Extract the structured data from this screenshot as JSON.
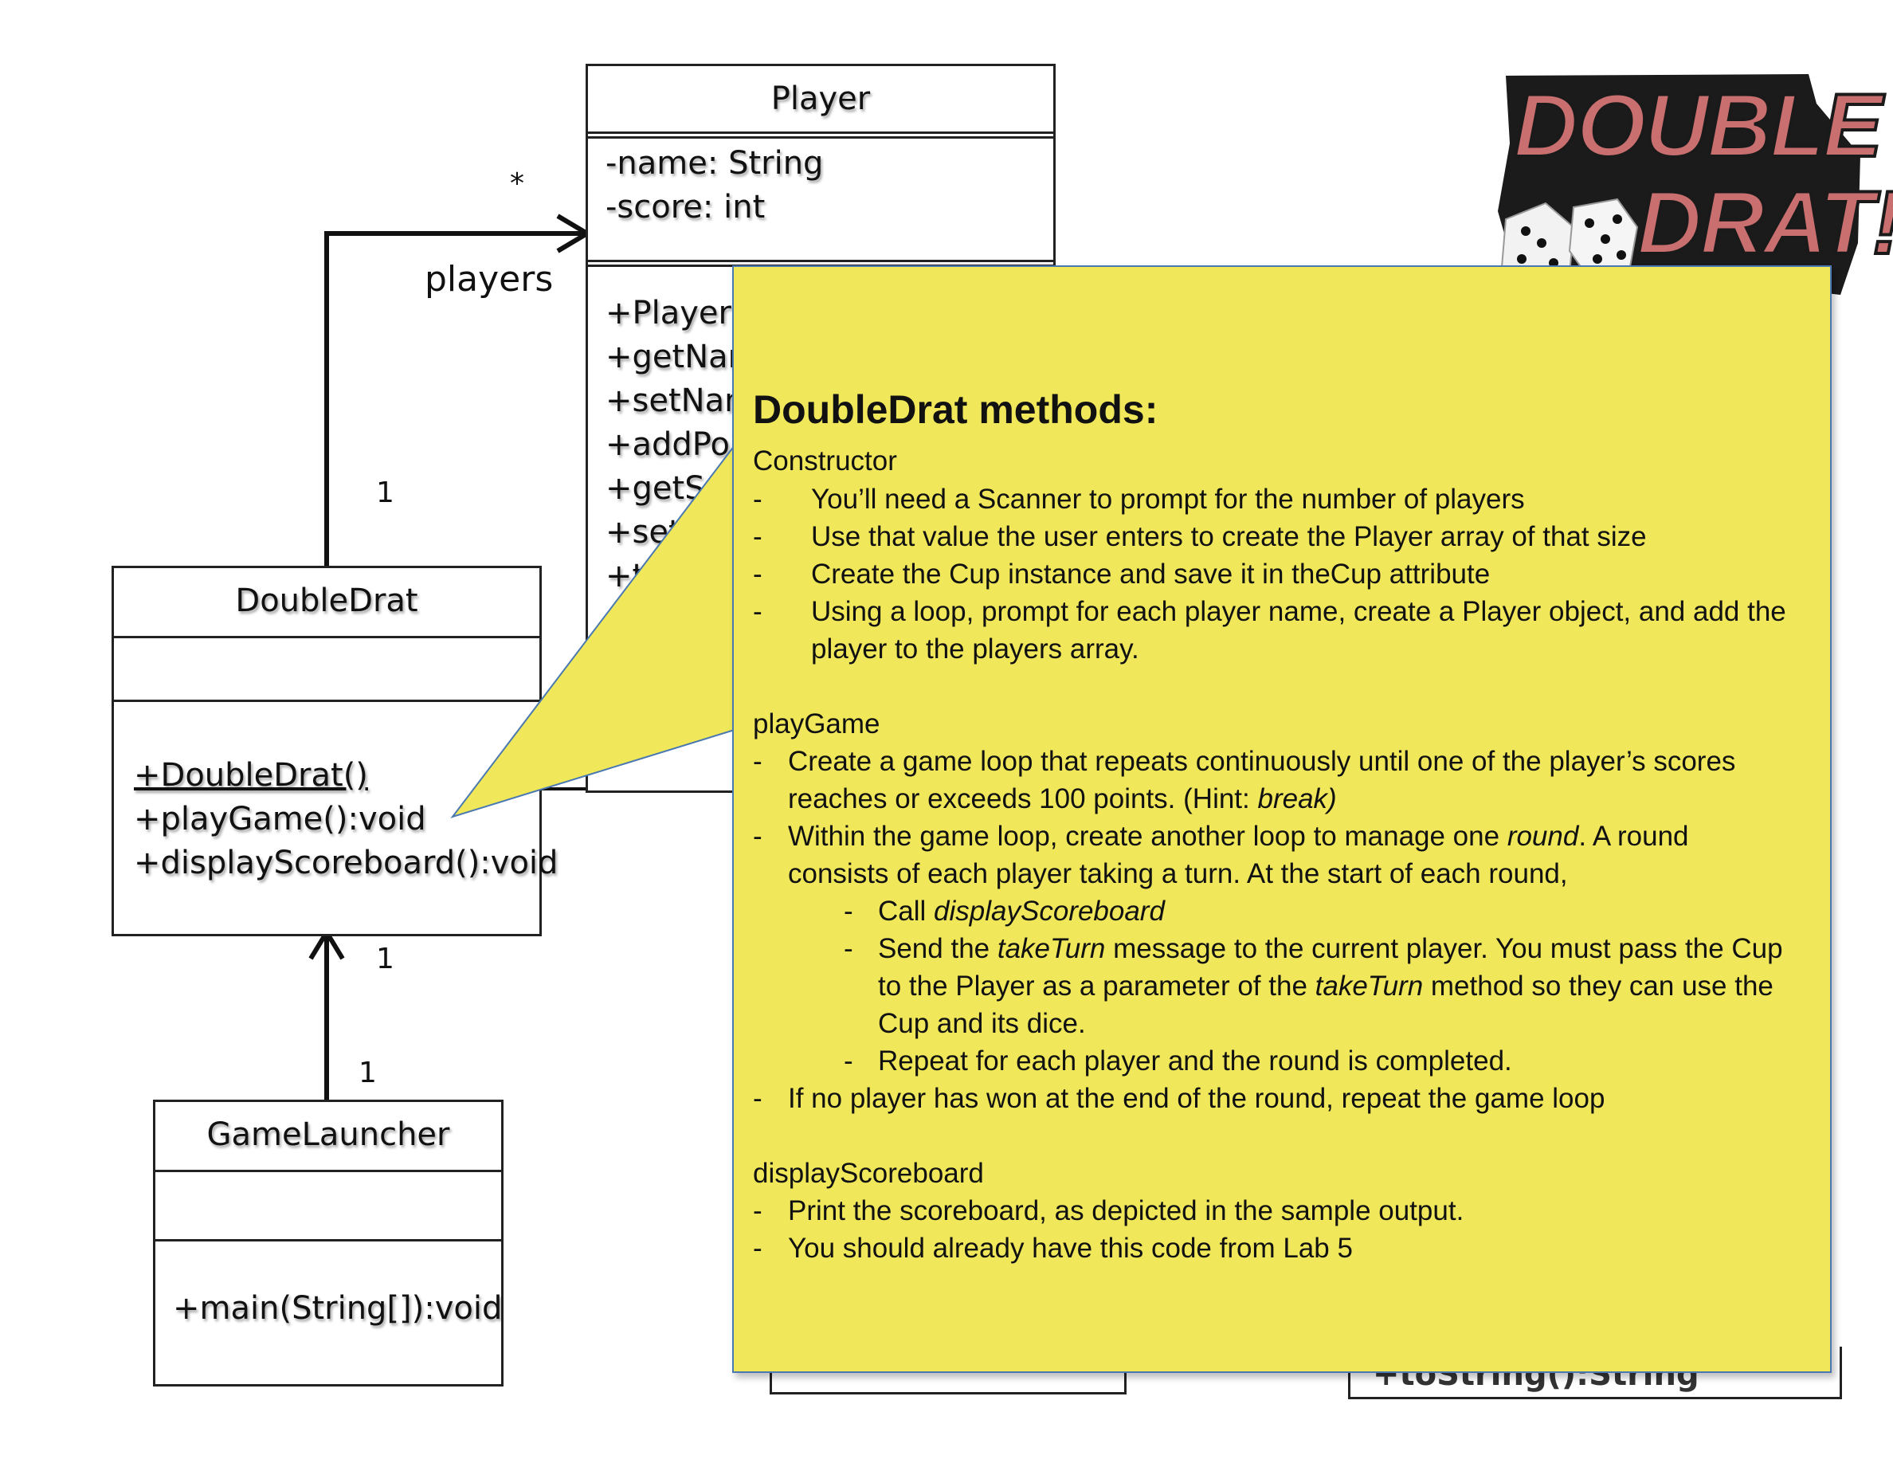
{
  "player_class": {
    "name": "Player",
    "attributes": [
      "-name: String",
      "-score: int"
    ],
    "methods_visible": [
      "+Player(S",
      "+getNam",
      "+setNam",
      "+addPoi",
      "+getSc",
      "+setS",
      "+t"
    ]
  },
  "doubledrat_class": {
    "name": "DoubleDrat",
    "methods": [
      "+DoubleDrat()",
      "+playGame():void",
      "+displayScoreboard():void"
    ]
  },
  "gamelauncher_class": {
    "name": "GameLauncher",
    "methods": [
      "+main(String[]):void"
    ]
  },
  "association": {
    "role": "players",
    "many": "*",
    "one_top": "1",
    "one_mid": "1",
    "one_bottom": "1"
  },
  "logo": {
    "line1": "DOUBLE",
    "line2": "DRAT!"
  },
  "hidden_fragment": "+toString():String",
  "note": {
    "heading": "DoubleDrat methods:",
    "constructor_title": "Constructor",
    "constructor_items": [
      "You’ll need a Scanner to prompt for the number of players",
      "Use that value the user enters to create the Player array of that size",
      "Create the Cup instance and save it in theCup attribute",
      "Using a loop, prompt for each player name, create a Player object, and add the",
      "player to the players array."
    ],
    "playgame_title": "playGame",
    "playgame_1a": "Create a game loop that repeats continuously until one of the player’s scores",
    "playgame_1b": "reaches or exceeds 100 points.   (Hint: ",
    "playgame_1b_em": "break)",
    "playgame_2a_pre": "Within the game loop, create another loop to manage one ",
    "playgame_2a_em": "round",
    "playgame_2a_post": ".  A round",
    "playgame_2b": "consists of each player taking a turn.   At the start of each round,",
    "sub1_pre": "Call ",
    "sub1_em": "displayScoreboard",
    "sub2a_pre": "Send the ",
    "sub2a_em": "takeTurn",
    "sub2a_post": " message to the current player.  You must pass the Cup",
    "sub2b_pre": "to the Player as a parameter of the ",
    "sub2b_em": "takeTurn",
    "sub2b_post": " method so they can use the",
    "sub2c": "Cup and its dice.",
    "sub3": "Repeat for each player and the round is completed.",
    "playgame_3": "If no player has won at the end of the round, repeat the game loop",
    "scoreboard_title": "displayScoreboard",
    "scoreboard_items": [
      "Print the scoreboard, as depicted in the sample output.",
      "You should already have this code from Lab 5"
    ],
    "dash": "-"
  },
  "colors": {
    "note_fill": "#f0e85a",
    "note_border": "#4a78b0",
    "logo_fill": "#c96f6f"
  }
}
